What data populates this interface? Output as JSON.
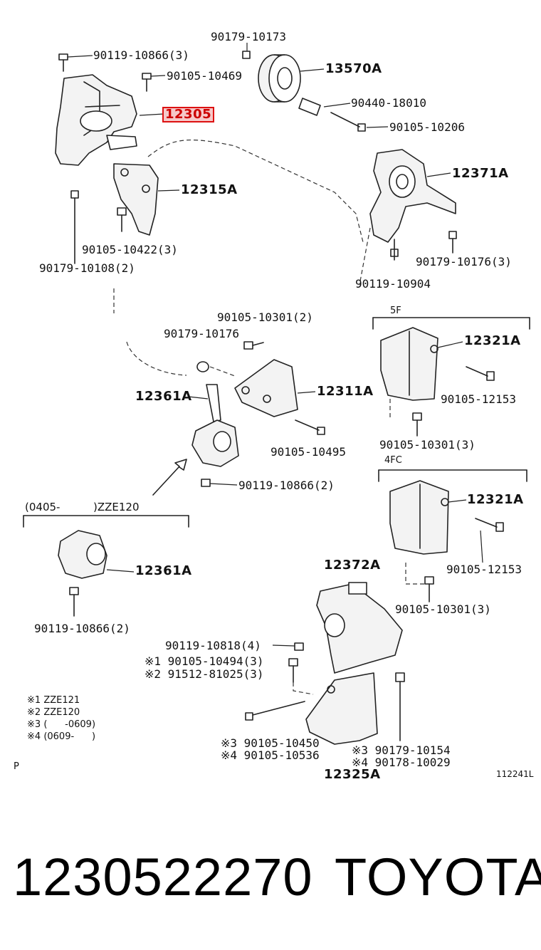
{
  "labels": {
    "b_90179_10173": "90179-10173",
    "b_90119_10866_3": "90119-10866(3)",
    "b_90105_10469": "90105-10469",
    "p_13570A": "13570A",
    "p_12305": "12305",
    "b_90440_18010": "90440-18010",
    "b_90105_10206": "90105-10206",
    "p_12371A": "12371A",
    "p_12315A": "12315A",
    "b_90105_10422_3": "90105-10422(3)",
    "b_90179_10108_2": "90179-10108(2)",
    "b_90179_10176_3": "90179-10176(3)",
    "b_90119_10904": "90119-10904",
    "sec_5F": "5F",
    "b_90105_10301_2": "90105-10301(2)",
    "b_90179_10176": "90179-10176",
    "p_12321A_top": "12321A",
    "p_12361A_top": "12361A",
    "p_12311A": "12311A",
    "b_90105_12153_top": "90105-12153",
    "b_90105_10495": "90105-10495",
    "b_90105_10301_3_top": "90105-10301(3)",
    "sec_4FC": "4FC",
    "b_90119_10866_2_mid": "90119-10866(2)",
    "p_12321A_bot": "12321A",
    "sec_zze120_a": "(0405-",
    "sec_zze120_b": ")ZZE120",
    "p_12361A_bot": "12361A",
    "b_90105_12153_bot": "90105-12153",
    "p_12372A": "12372A",
    "b_90105_10301_3_bot": "90105-10301(3)",
    "b_90119_10866_2_bot": "90119-10866(2)",
    "b_90119_10818_4": "90119-10818(4)",
    "b_n1_90105_10494_3": "※1 90105-10494(3)",
    "b_n2_91512_81025_3": "※2 91512-81025(3)",
    "b_n3_90105_10450": "※3 90105-10450",
    "b_n4_90105_10536": "※4 90105-10536",
    "b_n3_90179_10154": "※3 90179-10154",
    "b_n4_90178_10029": "※4 90178-10029",
    "p_12325A": "12325A",
    "letter_P": "P",
    "drawing_no": "112241L"
  },
  "notes": [
    {
      "mark": "※1",
      "text": "ZZE121"
    },
    {
      "mark": "※2",
      "text": "ZZE120"
    },
    {
      "mark": "※3",
      "text": "(      -0609)"
    },
    {
      "mark": "※4",
      "text": "(0609-      )"
    }
  ],
  "highlighted_part": "12305",
  "footer": {
    "part_number": "1230522270",
    "brand": "TOYOTA"
  },
  "colors": {
    "highlight_border": "#d11111",
    "highlight_fill": "#f6c9c9",
    "line": "#222222"
  }
}
